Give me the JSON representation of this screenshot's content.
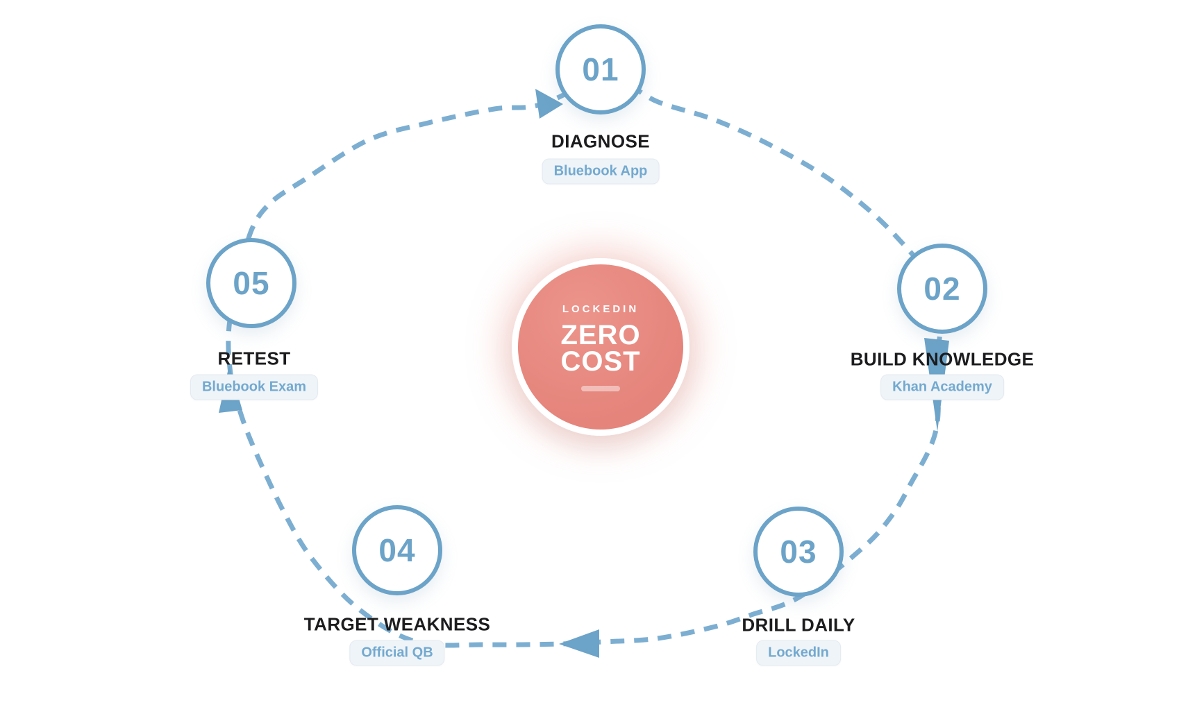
{
  "diagram": {
    "center": {
      "brand": "LOCKEDIN",
      "title_lines": [
        "ZERO",
        "COST"
      ]
    },
    "steps": [
      {
        "number": "01",
        "label": "DIAGNOSE",
        "tool": "Bluebook App"
      },
      {
        "number": "02",
        "label": "BUILD KNOWLEDGE",
        "tool": "Khan Academy"
      },
      {
        "number": "03",
        "label": "DRILL DAILY",
        "tool": "LockedIn"
      },
      {
        "number": "04",
        "label": "TARGET WEAKNESS",
        "tool": "Official QB"
      },
      {
        "number": "05",
        "label": "RETEST",
        "tool": "Bluebook Exam"
      }
    ]
  },
  "colors": {
    "accent_blue": "#6ca3c8",
    "dash_blue": "#7caed1",
    "coral": "#e5847b",
    "pill_bg": "#eff4f8",
    "pill_border": "#e3eaf1",
    "pill_text": "#73a9cf",
    "label_text": "#1c1c1e",
    "page_bg": "#ffffff"
  }
}
